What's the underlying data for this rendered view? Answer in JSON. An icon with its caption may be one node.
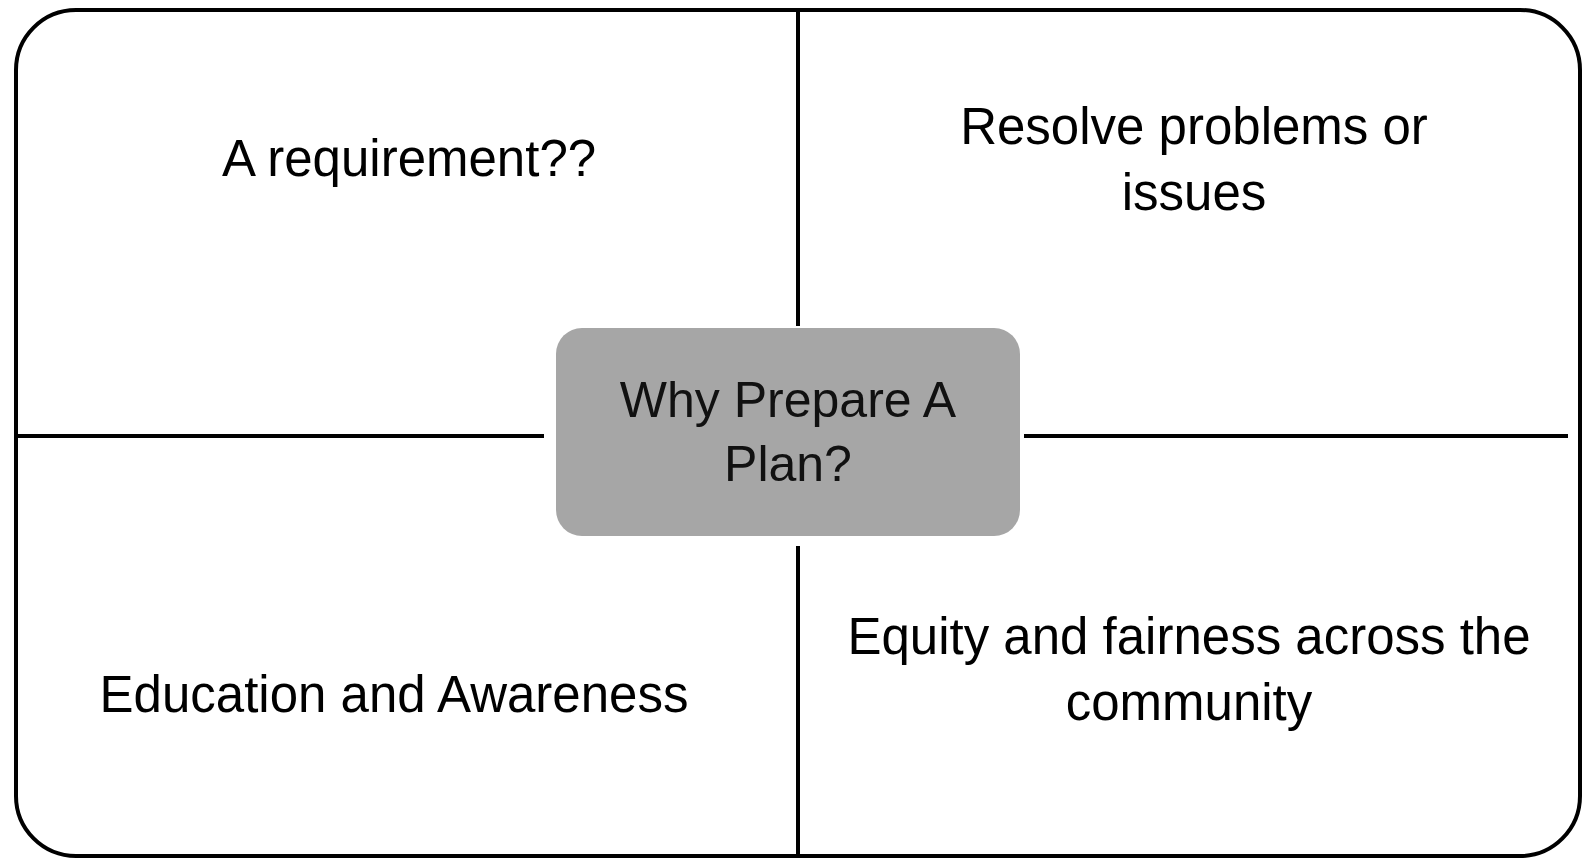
{
  "diagram": {
    "nodes": [
      {
        "text": [],
        "shape": "box"
      },
      {
        "text": [
          "A requirement??"
        ],
        "in": 0
      },
      {
        "text": [
          "Resolve problems or issues"
        ],
        "in": 0
      },
      {
        "text": [
          "Why Prepare A Plan?"
        ],
        "in": 0
      },
      {
        "text": [
          "Education and Awareness"
        ],
        "in": 0
      },
      {
        "text": [
          "Equity and fairness across the community"
        ],
        "in": 0
      }
    ],
    "edges": []
  }
}
